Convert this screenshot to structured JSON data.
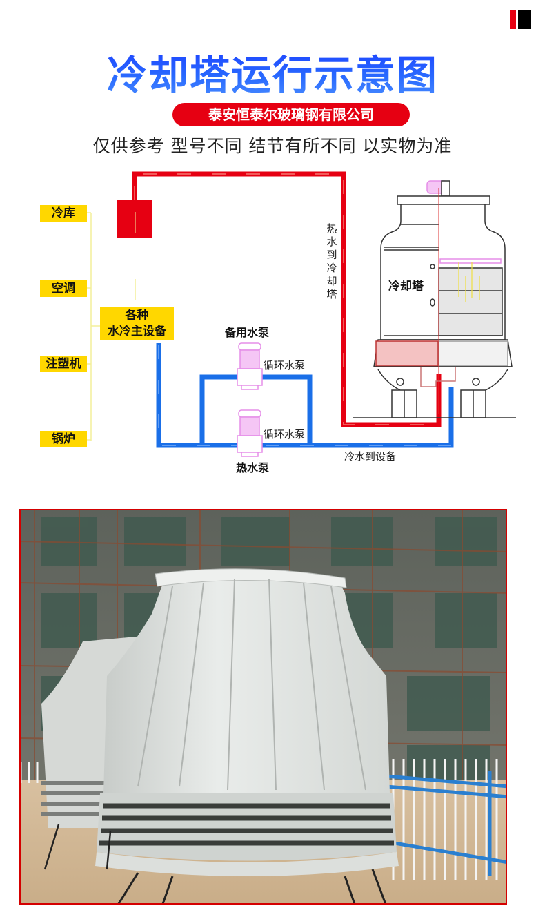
{
  "header": {
    "corner_icon": "red-black-bars-icon",
    "title": "冷却塔运行示意图",
    "company": "泰安恒泰尔玻璃钢有限公司",
    "disclaimer": "仅供参考  型号不同  结节有所不同  以实物为准"
  },
  "diagram": {
    "equipment_types": [
      {
        "label": "冷库"
      },
      {
        "label": "空调"
      },
      {
        "label": "注塑机"
      },
      {
        "label": "锅炉"
      }
    ],
    "main_equipment": {
      "line1": "各种",
      "line2": "水冷主设备"
    },
    "standby_pump_label": "备用水泵",
    "circulation_pump_label_top": "循环水泵",
    "circulation_pump_label_bottom": "循环水泵",
    "hot_water_pump_label": "热水泵",
    "hot_water_to_tower": [
      "热",
      "水",
      "到",
      "冷",
      "却",
      "塔"
    ],
    "cooling_tower_label": "冷却塔",
    "cold_water_to_equipment": "冷水到设备",
    "colors": {
      "hot_pipe": "#e60012",
      "cold_pipe": "#1a6fe8",
      "label_bg": "#ffd700",
      "pump": "#e58ee8"
    }
  },
  "photo": {
    "subject": "cooling-tower-photo",
    "border_color": "#d40000"
  }
}
